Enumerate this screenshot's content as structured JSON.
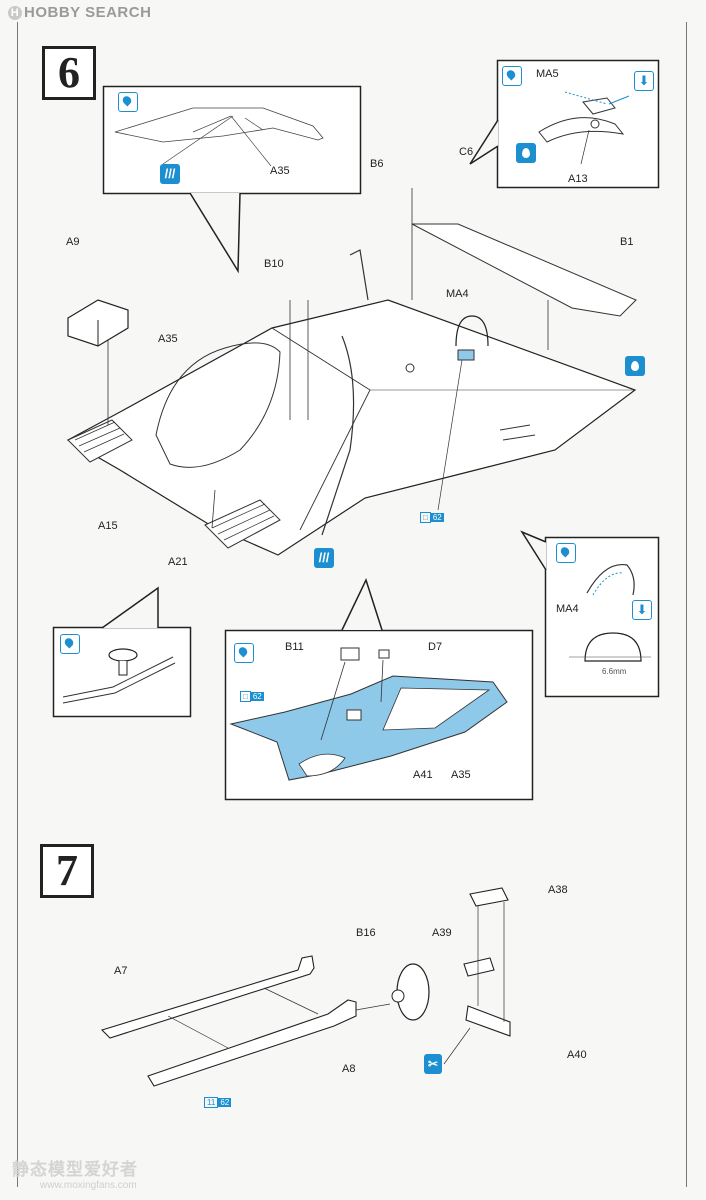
{
  "header": {
    "logo_text": "HOBBY SEARCH",
    "logo_mark": "H"
  },
  "colors": {
    "accent": "#1c8fd0",
    "highlight": "#8ec9ea"
  },
  "step6": {
    "number": "6",
    "labels": {
      "A35_inset": "A35",
      "MA5": "MA5",
      "A13": "A13",
      "C6": "C6",
      "B6": "B6",
      "B1": "B1",
      "A9": "A9",
      "B10": "B10",
      "A35_main": "A35",
      "MA4": "MA4",
      "A15": "A15",
      "A21": "A21",
      "MA4_inset": "MA4",
      "measurement": "6.6mm",
      "B11": "B11",
      "D7": "D7",
      "A41": "A41",
      "A35_blue": "A35"
    },
    "part_refs": {
      "main": [
        "□",
        "62"
      ],
      "blue": [
        "□",
        "62"
      ]
    }
  },
  "step7": {
    "number": "7",
    "labels": {
      "A38": "A38",
      "B16": "B16",
      "A39": "A39",
      "A7": "A7",
      "A8": "A8",
      "A40": "A40"
    },
    "part_ref": [
      "11",
      "62"
    ]
  },
  "watermark": {
    "chinese": "静态模型爱好者",
    "url": "www.moxingfans.com"
  },
  "icons": [
    "glue-icon",
    "cement-drop-icon",
    "drill-icon",
    "down-arrow-icon",
    "tool-icon"
  ]
}
